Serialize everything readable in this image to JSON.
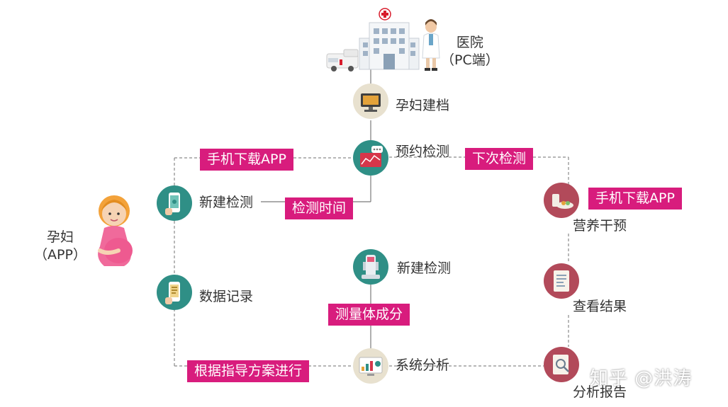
{
  "hospital": {
    "line1": "医院",
    "line2": "（PC端）"
  },
  "pregnant": {
    "line1": "孕妇",
    "line2": "（APP）"
  },
  "nodes": {
    "archive": "孕妇建档",
    "appointment": "预约检测",
    "new_test_left": "新建检测",
    "data_record": "数据记录",
    "new_test_center": "新建检测",
    "system_analysis": "系统分析",
    "nutrition": "营养干预",
    "view_result": "查看结果",
    "report": "分析报告"
  },
  "tags": {
    "download_app_top": "手机下载APP",
    "next_test": "下次检测",
    "test_time": "检测时间",
    "download_app_right": "手机下载APP",
    "measure_body": "测量体成分",
    "follow_plan": "根据指导方案进行"
  },
  "watermark": "知乎 @洪涛",
  "colors": {
    "tag": "#d81c7d",
    "teal": "#2f8f86",
    "rose": "#b24a5a",
    "beige": "#e8e1cf"
  }
}
